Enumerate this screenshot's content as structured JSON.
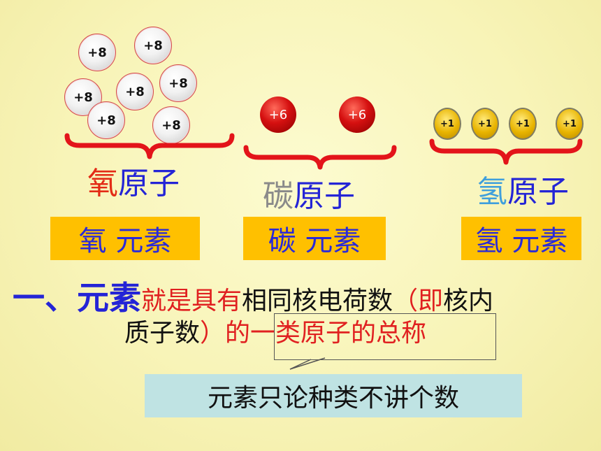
{
  "oxygen": {
    "atoms": [
      "+8",
      "+8",
      "+8",
      "+8",
      "+8",
      "+8",
      "+8"
    ],
    "label_char": "氧",
    "label_rest": "原子",
    "box_label": "氧 元素"
  },
  "carbon": {
    "atoms": [
      "+6",
      "+6"
    ],
    "label_char": "碳",
    "label_rest": "原子",
    "box_label": "碳 元素"
  },
  "hydrogen": {
    "atoms": [
      "+1",
      "+1",
      "+1",
      "+1"
    ],
    "label_char": "氢",
    "label_rest": "原子",
    "box_label": "氢 元素"
  },
  "definition": {
    "prefix": "一、",
    "term": "元素",
    "p1": "就是具有",
    "p2": "相同核电荷数",
    "p3": "（即",
    "p4": "核内",
    "p5": "质子数",
    "p6": "）的",
    "p7": "一类原子的总称"
  },
  "note": "元素只论种类不讲个数",
  "colors": {
    "oxygen_char": "#e32b16",
    "carbon_char": "#8a8a8a",
    "hydrogen_char": "#3f9fdc",
    "label_blue": "#2424d6",
    "brace_red": "#e3141a",
    "box_orange": "#ffc000",
    "note_bg": "#bfe3e3"
  }
}
